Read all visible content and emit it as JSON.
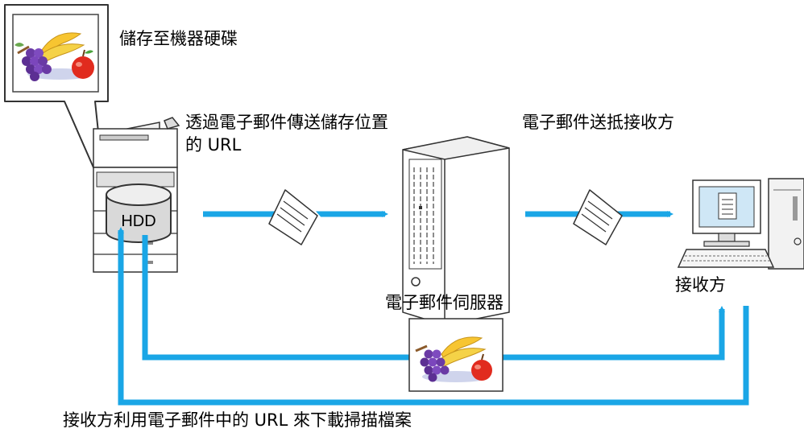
{
  "labels": {
    "store_hdd": "儲存至機器硬碟",
    "send_url": "透過電子郵件傳送儲存位置的 URL",
    "deliver": "電子郵件送抵接收方",
    "server": "電子郵件伺服器",
    "receiver": "接收方",
    "download": "接收方利用電子郵件中的 URL 來下載掃描檔案",
    "hdd": "HDD"
  },
  "colors": {
    "arrow": "#1aa6e6",
    "outline": "#222222"
  }
}
